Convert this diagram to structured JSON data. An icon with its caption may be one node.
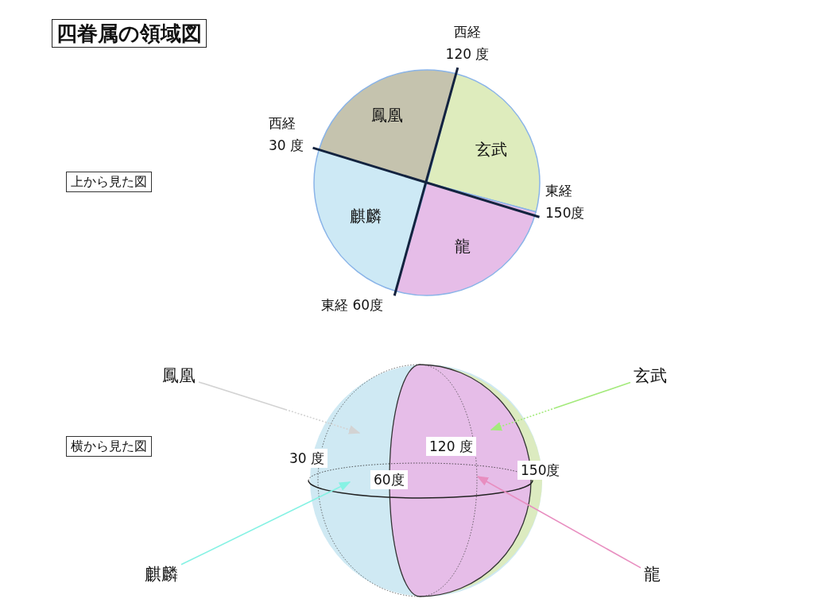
{
  "diagram": {
    "title": "四眷属の領域図",
    "nodes": [
      {
        "text": [
          "上から見た図"
        ]
      },
      {
        "text": [
          "鳳凰"
        ]
      },
      {
        "text": [
          "玄武"
        ]
      },
      {
        "text": [
          "麒麟"
        ]
      },
      {
        "text": [
          "龍"
        ]
      },
      {
        "text": [
          "横から見た図"
        ]
      },
      {
        "text": [
          "鳳凰"
        ]
      },
      {
        "text": [
          "玄武"
        ]
      },
      {
        "text": [
          "麒麟"
        ]
      },
      {
        "text": [
          "龍"
        ]
      }
    ],
    "edges": [
      {
        "from": 6,
        "to": null,
        "arrow": "to",
        "style": "dashed",
        "color": "#d3d3d3"
      },
      {
        "from": 7,
        "to": null,
        "arrow": "to",
        "style": "dashed",
        "color": "#a4ea7c"
      },
      {
        "from": 8,
        "to": null,
        "arrow": "to",
        "color": "#86f2e4"
      },
      {
        "from": 9,
        "to": null,
        "arrow": "to",
        "color": "#e88ec0"
      }
    ],
    "labels": [
      "西経 120 度",
      "西経 30 度",
      "東経 150度",
      "東経 60度",
      "120 度",
      "30 度",
      "150度",
      "60度"
    ]
  }
}
